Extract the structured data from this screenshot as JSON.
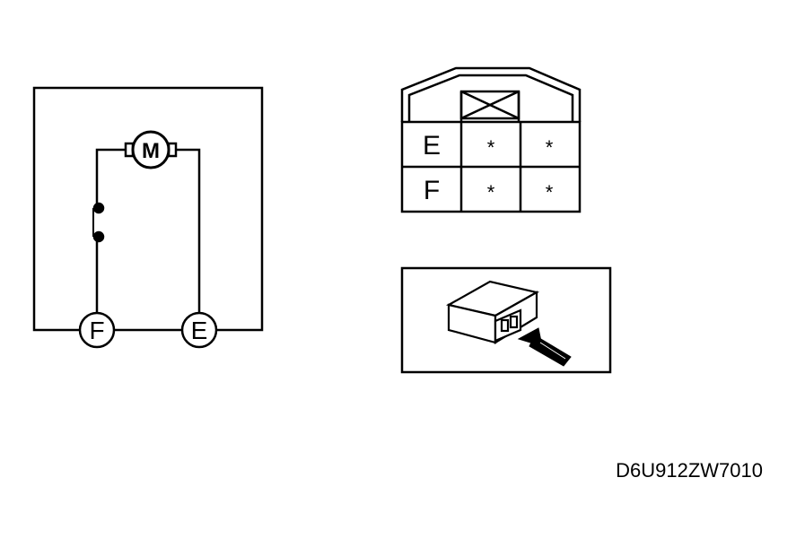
{
  "circuit": {
    "motor_label": "M",
    "terminal_left": "F",
    "terminal_right": "E"
  },
  "connector_face": {
    "rows": [
      {
        "pin": "E",
        "cells": [
          "*",
          "*"
        ]
      },
      {
        "pin": "F",
        "cells": [
          "*",
          "*"
        ]
      }
    ]
  },
  "figure_code": "D6U912ZW7010"
}
